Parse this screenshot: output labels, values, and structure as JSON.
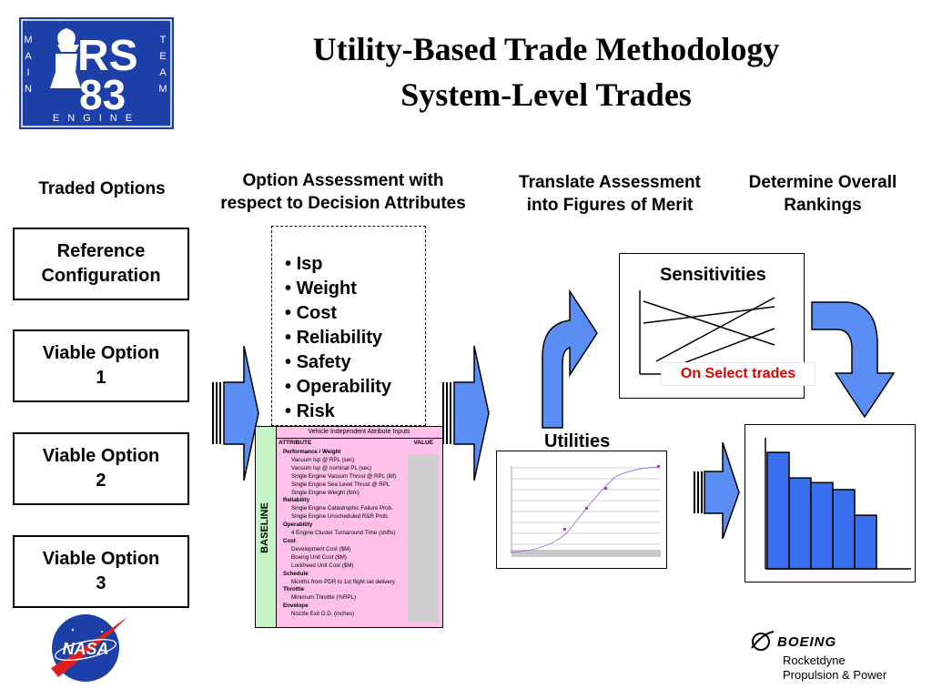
{
  "title": {
    "line1": "Utility-Based Trade Methodology",
    "line2": "System-Level Trades"
  },
  "logo": {
    "rs": "RS",
    "num": "83",
    "left_text": "MAIN",
    "right_text": "TEAM",
    "bottom_text": "ENGINE"
  },
  "headers": {
    "traded_options": "Traded Options",
    "assessment": [
      "Option Assessment with",
      "respect to Decision Attributes"
    ],
    "translate": [
      "Translate Assessment",
      "into Figures of Merit"
    ],
    "rankings": [
      "Determine Overall",
      "Rankings"
    ]
  },
  "options": [
    [
      "Reference",
      "Configuration"
    ],
    [
      "Viable Option",
      "1"
    ],
    [
      "Viable Option",
      "2"
    ],
    [
      "Viable Option",
      "3"
    ]
  ],
  "attributes": [
    "Isp",
    "Weight",
    "Cost",
    "Reliability",
    "Safety",
    "Operability",
    "Risk"
  ],
  "form": {
    "header": "Vehicle Independent Attribute Inputs",
    "col_attribute": "ATTRIBUTE",
    "col_value": "VALUE",
    "side_label": "BASELINE",
    "rows": [
      {
        "t": "Performance / Weight",
        "h": true
      },
      {
        "t": "Vacuum Isp @ RPL (sec)",
        "h": false
      },
      {
        "t": "Vacuum Isp @ nominal PL (sec)",
        "h": false
      },
      {
        "t": "Single Engine Vacuum Thrust @ RPL (lbf)",
        "h": false
      },
      {
        "t": "Single Engine Sea Level Thrust @ RPL",
        "h": false
      },
      {
        "t": "Single Engine Weight (lbm)",
        "h": false
      },
      {
        "t": "Reliability",
        "h": true
      },
      {
        "t": "Single Engine Catastrophic Failure Prob.",
        "h": false
      },
      {
        "t": "Single Engine Unscheduled R&R Prob.",
        "h": false
      },
      {
        "t": "Operability",
        "h": true
      },
      {
        "t": "4 Engine Cluster Turnaround Time (shifts)",
        "h": false
      },
      {
        "t": "Cost",
        "h": true
      },
      {
        "t": "Development Cost ($M)",
        "h": false
      },
      {
        "t": "Boeing Unit Cost ($M)",
        "h": false
      },
      {
        "t": "Lockheed Unit Cost ($M)",
        "h": false
      },
      {
        "t": "Schedule",
        "h": true
      },
      {
        "t": "Months from PDR to 1st flight set delivery",
        "h": false
      },
      {
        "t": "Throttle",
        "h": true
      },
      {
        "t": "Minimum Throttle (%RPL)",
        "h": false
      },
      {
        "t": "Envelope",
        "h": true
      },
      {
        "t": "Nozzle Exit O.D. (inches)",
        "h": false
      }
    ]
  },
  "sensitivities": {
    "label": "Sensitivities",
    "note": "On Select trades"
  },
  "utilities": {
    "label": "Utilities"
  },
  "rankings_bars": [
    1.0,
    0.78,
    0.74,
    0.68,
    0.46
  ],
  "footer": {
    "nasa": "NASA",
    "boeing": "BOEING",
    "rd_line1": "Rocketdyne",
    "rd_line2": "Propulsion & Power"
  },
  "colors": {
    "arrow_fill": "#5b8ef5",
    "logo_bg": "#1c3fa8",
    "form_bg": "#ffc0ea",
    "baseline_bg": "#c8f5c8",
    "bars": "#3a70f0",
    "note_red": "#e00000"
  }
}
